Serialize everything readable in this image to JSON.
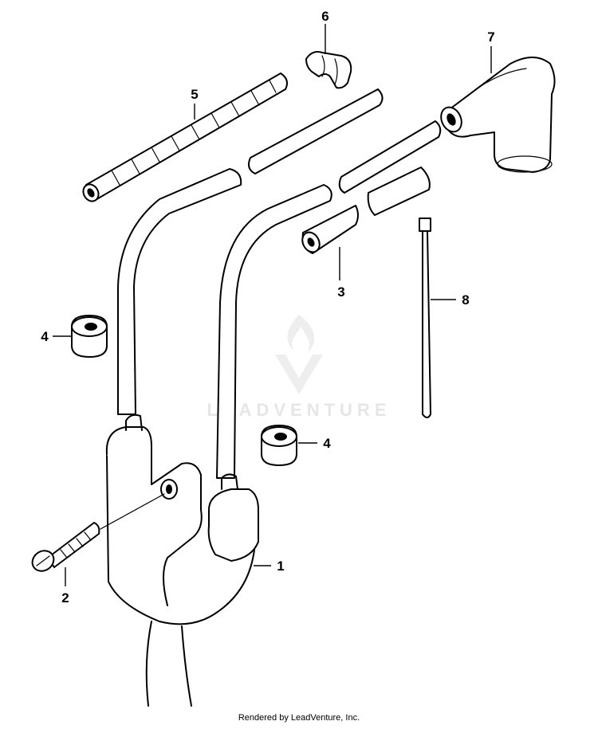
{
  "diagram": {
    "callouts": {
      "p1": "1",
      "p2": "2",
      "p3": "3",
      "p4a": "4",
      "p4b": "4",
      "p5": "5",
      "p6": "6",
      "p7": "7",
      "p8": "8"
    },
    "watermark": "LEADVENTURE",
    "footer": "Rendered by LeadVenture, Inc."
  }
}
